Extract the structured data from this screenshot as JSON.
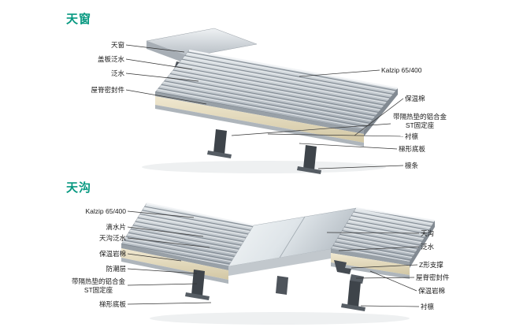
{
  "page": {
    "background": "#ffffff",
    "kind": "roof construction detail sheet"
  },
  "colors": {
    "title": "#089981",
    "metal_light": "#dfe4e8",
    "metal_dark": "#a9b1b9",
    "insulation": "#e6dcbd",
    "leader_line": "#333333"
  },
  "sections": {
    "skylight": {
      "title": "天窗",
      "labels_left": [
        "天窗",
        "盖板泛水",
        "泛水",
        "屋脊密封件"
      ],
      "labels_right": [
        "Kalzip 65/400",
        "保温棉",
        "带隔热垫的铝合金ST固定座",
        "衬檩",
        "梯形底板",
        "檩条"
      ]
    },
    "gutter": {
      "title": "天沟",
      "labels_left": [
        "Kalzip 65/400",
        "滴水片",
        "天沟泛水",
        "保温岩棉",
        "防潮层",
        "带隔热垫的铝合金ST固定座",
        "梯形底板"
      ],
      "labels_right": [
        "天沟",
        "泛水",
        "Z形支撑",
        "屋脊密封件",
        "保温岩棉",
        "衬檩"
      ]
    }
  }
}
